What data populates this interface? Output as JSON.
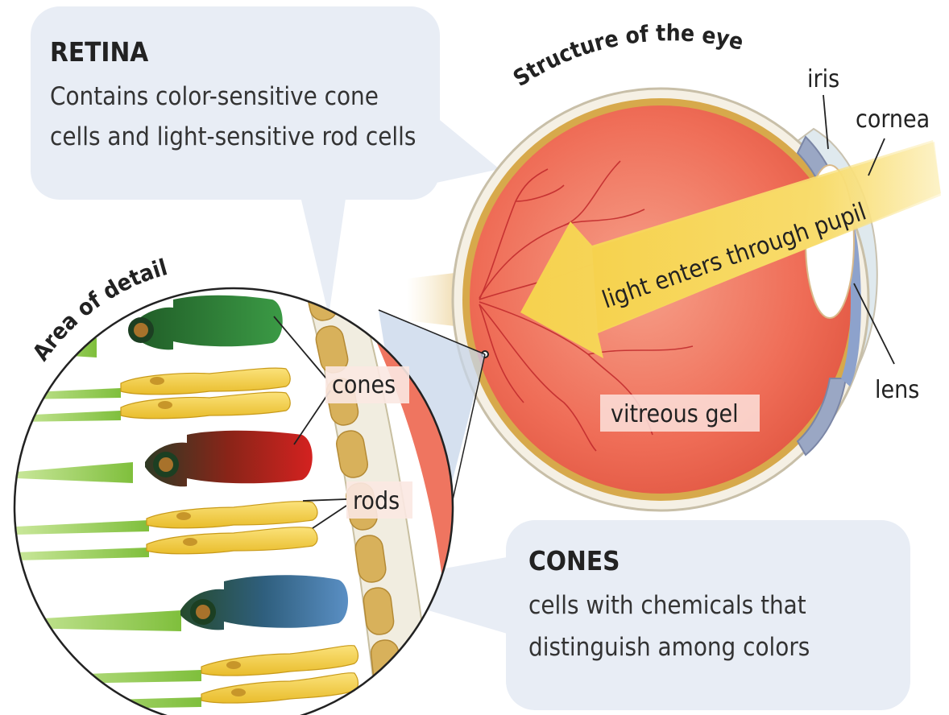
{
  "retina_box": {
    "title": "RETINA",
    "line1": "Contains color-sensitive cone",
    "line2": "cells and light-sensitive rod cells"
  },
  "cones_box": {
    "title": "CONES",
    "line1": "cells with chemicals that",
    "line2": "distinguish among colors"
  },
  "eye_title": "Structure of the eye",
  "detail_title": "Area of detail",
  "labels": {
    "iris": "iris",
    "cornea": "cornea",
    "lens": "lens",
    "vitreous_gel": "vitreous gel",
    "light": "light enters through pupil",
    "cones": "cones",
    "rods": "rods"
  },
  "colors": {
    "box_fill": "#e8edf5",
    "eye_red": "#ef6a55",
    "sclera": "#f5f0e4",
    "retina_gold": "#d7a94b",
    "light_yellow": "#f8dc6c",
    "cone_green": "#2f8a3a",
    "cone_red": "#c8201f",
    "cone_blue": "#3f74a8",
    "rod_yellow": "#f5d24a",
    "axon_green": "#9ccf52"
  }
}
